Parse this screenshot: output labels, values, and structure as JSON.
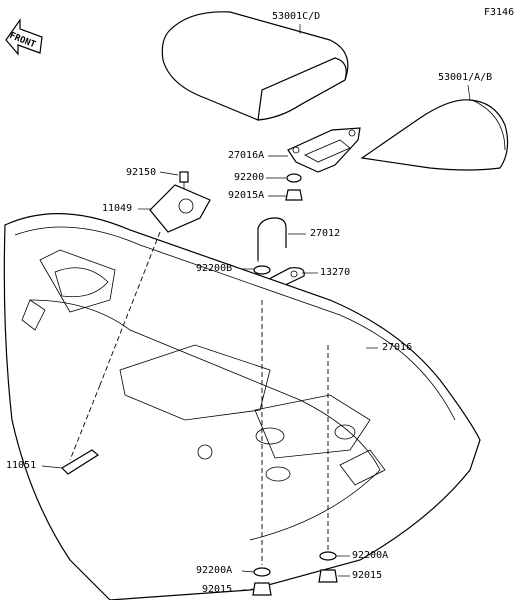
{
  "figure_code": "F3146",
  "front_label": "FRONT",
  "parts": [
    {
      "id": "seat-rear-label",
      "text": "53001C/D"
    },
    {
      "id": "seat-front-label",
      "text": "53001/A/B"
    },
    {
      "id": "latch-label",
      "text": "27016A"
    },
    {
      "id": "bolt-label",
      "text": "92150"
    },
    {
      "id": "bracket-label",
      "text": "11049"
    },
    {
      "id": "washer-top-label",
      "text": "92200"
    },
    {
      "id": "nut-top-label",
      "text": "92015A"
    },
    {
      "id": "ubolt-label",
      "text": "27012"
    },
    {
      "id": "washer-b-label",
      "text": "92200B"
    },
    {
      "id": "plate-label",
      "text": "13270"
    },
    {
      "id": "hook-label",
      "text": "27016"
    },
    {
      "id": "strap-label",
      "text": "11051"
    },
    {
      "id": "washer-a-left-label",
      "text": "92200A"
    },
    {
      "id": "nut-left-label",
      "text": "92015"
    },
    {
      "id": "washer-a-right-label",
      "text": "92200A"
    },
    {
      "id": "nut-right-label",
      "text": "92015"
    }
  ]
}
